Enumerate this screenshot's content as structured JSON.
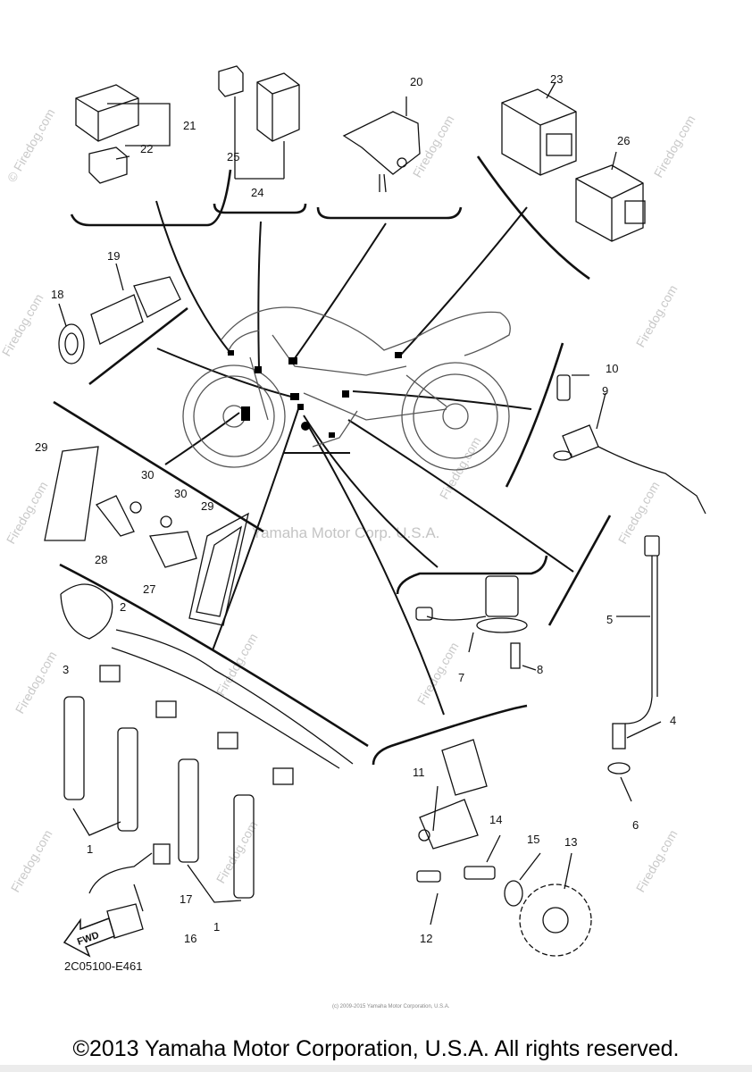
{
  "watermark": "© Firedog.com",
  "watermark_short": "Firedog.com",
  "center_watermark": "Yamaha Motor Corp. U.S.A.",
  "tiny_credit": "(c) 2009-2015 Yamaha Motor Corporation, U.S.A.",
  "fwd_label": "FWD",
  "part_code": "2C05100-E461",
  "copyright": "©2013 Yamaha Motor Corporation, U.S.A. All rights reserved.",
  "callouts": {
    "c1a": "1",
    "c1b": "1",
    "c2": "2",
    "c3": "3",
    "c4": "4",
    "c5": "5",
    "c6": "6",
    "c7": "7",
    "c8": "8",
    "c9": "9",
    "c10": "10",
    "c11": "11",
    "c12": "12",
    "c13": "13",
    "c14": "14",
    "c15": "15",
    "c16": "16",
    "c17": "17",
    "c18": "18",
    "c19": "19",
    "c20": "20",
    "c21": "21",
    "c22": "22",
    "c23": "23",
    "c24": "24",
    "c25": "25",
    "c26": "26",
    "c27": "27",
    "c28": "28",
    "c29a": "29",
    "c29b": "29",
    "c30a": "30",
    "c30b": "30"
  }
}
